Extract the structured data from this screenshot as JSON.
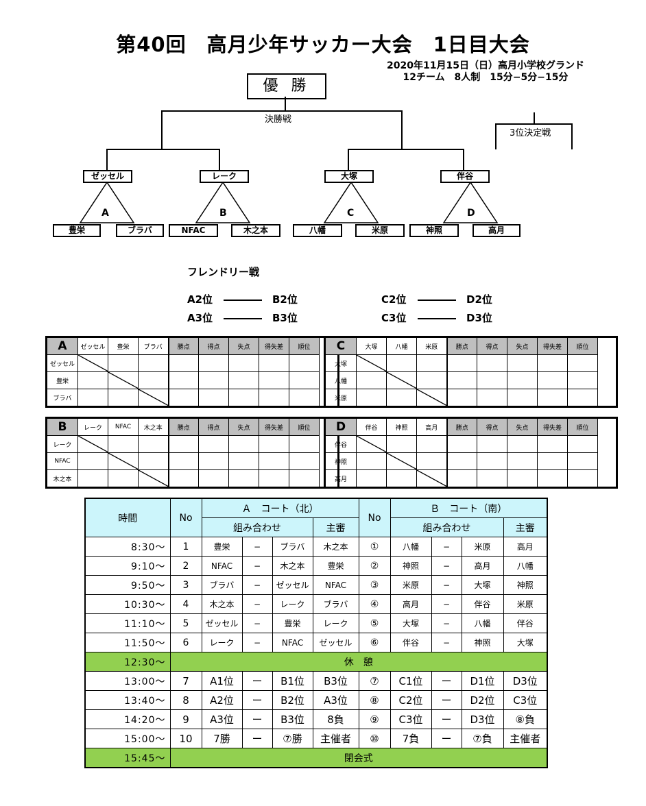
{
  "header": {
    "title": "第40回　高月少年サッカー大会　1日目大会",
    "info_line1": "2020年11月15日（日）高月小学校グランド",
    "info_line2": "12チーム　8人制　15分−5分−15分"
  },
  "bracket": {
    "champion": "優 勝",
    "final": "決勝戦",
    "third_place": "3位決定戦",
    "groups": [
      {
        "letter": "A",
        "top": "ゼッセル",
        "left": "豊栄",
        "right": "ブラバ"
      },
      {
        "letter": "B",
        "top": "レーク",
        "left": "NFAC",
        "right": "木之本"
      },
      {
        "letter": "C",
        "top": "大塚",
        "left": "八幡",
        "right": "米原"
      },
      {
        "letter": "D",
        "top": "伴谷",
        "left": "神照",
        "right": "高月"
      }
    ]
  },
  "friendly": {
    "title": "フレンドリー戦",
    "matches": [
      [
        "A2位",
        "B2位"
      ],
      [
        "A3位",
        "B3位"
      ],
      [
        "C2位",
        "D2位"
      ],
      [
        "C3位",
        "D3位"
      ]
    ]
  },
  "league": {
    "stat_headers": [
      "勝点",
      "得点",
      "失点",
      "得失差",
      "順位"
    ],
    "groups": [
      {
        "letter": "A",
        "teams": [
          "ゼッセル",
          "豊栄",
          "ブラバ"
        ]
      },
      {
        "letter": "B",
        "teams": [
          "レーク",
          "NFAC",
          "木之本"
        ]
      },
      {
        "letter": "C",
        "teams": [
          "大塚",
          "八幡",
          "米原"
        ]
      },
      {
        "letter": "D",
        "teams": [
          "伴谷",
          "神照",
          "高月"
        ]
      }
    ]
  },
  "schedule": {
    "h_time": "時間",
    "h_no": "No",
    "h_court_a": "Ａ　コート（北）",
    "h_court_b": "Ｂ　コート（南）",
    "h_match": "組み合わせ",
    "h_referee": "主審",
    "rows": [
      {
        "time": "8:30〜",
        "a_no": "1",
        "a_h": "豊栄",
        "a_d": "−",
        "a_a": "ブラバ",
        "a_r": "木之本",
        "b_no": "①",
        "b_h": "八幡",
        "b_d": "−",
        "b_a": "米原",
        "b_r": "高月"
      },
      {
        "time": "9:10〜",
        "a_no": "2",
        "a_h": "NFAC",
        "a_d": "−",
        "a_a": "木之本",
        "a_r": "豊栄",
        "b_no": "②",
        "b_h": "神照",
        "b_d": "−",
        "b_a": "高月",
        "b_r": "八幡"
      },
      {
        "time": "9:50〜",
        "a_no": "3",
        "a_h": "ブラバ",
        "a_d": "−",
        "a_a": "ゼッセル",
        "a_r": "NFAC",
        "b_no": "③",
        "b_h": "米原",
        "b_d": "−",
        "b_a": "大塚",
        "b_r": "神照"
      },
      {
        "time": "10:30〜",
        "a_no": "4",
        "a_h": "木之本",
        "a_d": "−",
        "a_a": "レーク",
        "a_r": "ブラバ",
        "b_no": "④",
        "b_h": "高月",
        "b_d": "−",
        "b_a": "伴谷",
        "b_r": "米原"
      },
      {
        "time": "11:10〜",
        "a_no": "5",
        "a_h": "ゼッセル",
        "a_d": "−",
        "a_a": "豊栄",
        "a_r": "レーク",
        "b_no": "⑤",
        "b_h": "大塚",
        "b_d": "−",
        "b_a": "八幡",
        "b_r": "伴谷"
      },
      {
        "time": "11:50〜",
        "a_no": "6",
        "a_h": "レーク",
        "a_d": "−",
        "a_a": "NFAC",
        "a_r": "ゼッセル",
        "b_no": "⑥",
        "b_h": "伴谷",
        "b_d": "−",
        "b_a": "神照",
        "b_r": "大塚"
      }
    ],
    "break_time": "12:30〜",
    "break_label": "休　憩",
    "rows2": [
      {
        "time": "13:00〜",
        "a_no": "7",
        "a_h": "A1位",
        "a_d": "ー",
        "a_a": "B1位",
        "a_r": "B3位",
        "b_no": "⑦",
        "b_h": "C1位",
        "b_d": "ー",
        "b_a": "D1位",
        "b_r": "D3位"
      },
      {
        "time": "13:40〜",
        "a_no": "8",
        "a_h": "A2位",
        "a_d": "ー",
        "a_a": "B2位",
        "a_r": "A3位",
        "b_no": "⑧",
        "b_h": "C2位",
        "b_d": "ー",
        "b_a": "D2位",
        "b_r": "C3位"
      },
      {
        "time": "14:20〜",
        "a_no": "9",
        "a_h": "A3位",
        "a_d": "ー",
        "a_a": "B3位",
        "a_r": "8負",
        "b_no": "⑨",
        "b_h": "C3位",
        "b_d": "ー",
        "b_a": "D3位",
        "b_r": "⑧負"
      },
      {
        "time": "15:00〜",
        "a_no": "10",
        "a_h": "7勝",
        "a_d": "ー",
        "a_a": "⑦勝",
        "a_r": "主催者",
        "b_no": "⑩",
        "b_h": "7負",
        "b_d": "ー",
        "b_a": "⑦負",
        "b_r": "主催者"
      }
    ],
    "closing_time": "15:45〜",
    "closing_label": "閉会式"
  }
}
